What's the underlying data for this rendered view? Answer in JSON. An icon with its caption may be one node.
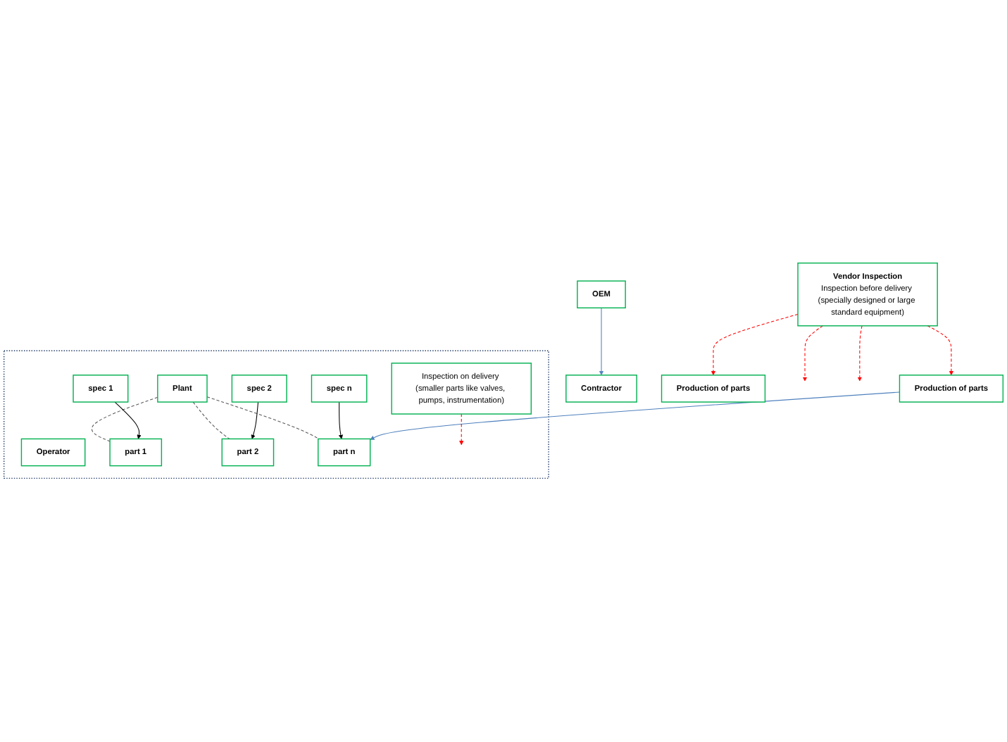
{
  "diagram": {
    "nodes": [
      {
        "text": [],
        "shape": "box"
      },
      {
        "text": [
          "Operator"
        ],
        "in": 0
      },
      {
        "text": [
          "Plant"
        ],
        "in": 0
      },
      {
        "text": [
          "part 1"
        ],
        "in": 0
      },
      {
        "text": [
          "part 2"
        ],
        "in": 0
      },
      {
        "text": [
          "part n"
        ],
        "in": 0
      },
      {
        "text": [
          "spec 1"
        ],
        "in": 0
      },
      {
        "text": [
          "spec 2"
        ],
        "in": 0
      },
      {
        "text": [
          "spec n"
        ],
        "in": 0
      },
      {
        "text": [
          "Inspection on delivery (smaller parts like valves, pumps, instrumentation)"
        ],
        "in": 0
      },
      {
        "text": [
          "Contractor"
        ]
      },
      {
        "text": [
          "OEM"
        ]
      },
      {
        "text": [
          "Production of parts"
        ]
      },
      {
        "text": [
          "Production of parts"
        ]
      },
      {
        "text": [
          "Vendor Inspection",
          "Inspection before delivery (specially designed or large standard equipment)"
        ]
      }
    ],
    "edges": [
      {
        "from": 2,
        "to": 3,
        "arrow": "none",
        "style": "dashed",
        "color": "#595959"
      },
      {
        "from": 2,
        "to": 4,
        "arrow": "none",
        "style": "dashed",
        "color": "#595959"
      },
      {
        "from": 2,
        "to": 5,
        "arrow": "none",
        "style": "dashed",
        "color": "#595959"
      },
      {
        "from": 6,
        "to": 3,
        "arrow": "to",
        "color": "#000000"
      },
      {
        "from": 7,
        "to": 4,
        "arrow": "to",
        "color": "#000000"
      },
      {
        "from": 8,
        "to": 5,
        "arrow": "to",
        "color": "#000000"
      },
      {
        "from": 11,
        "to": 10,
        "arrow": "to",
        "color": "#4f81bd"
      },
      {
        "from": 12,
        "to": 5,
        "arrow": "to",
        "color": "#4f81bd"
      },
      {
        "from": 9,
        "to": null,
        "arrow": "to",
        "style": "dashed",
        "color": "#ff0000"
      },
      {
        "from": 14,
        "to": null,
        "arrow": "to",
        "style": "dashed",
        "color": "#ff0000"
      },
      {
        "from": 14,
        "to": 12,
        "arrow": "to",
        "style": "dashed",
        "color": "#ff0000"
      },
      {
        "from": 14,
        "to": null,
        "arrow": "to",
        "style": "dashed",
        "color": "#ff0000"
      },
      {
        "from": 14,
        "to": 13,
        "arrow": "to",
        "style": "dashed",
        "color": "#ff0000"
      }
    ]
  }
}
